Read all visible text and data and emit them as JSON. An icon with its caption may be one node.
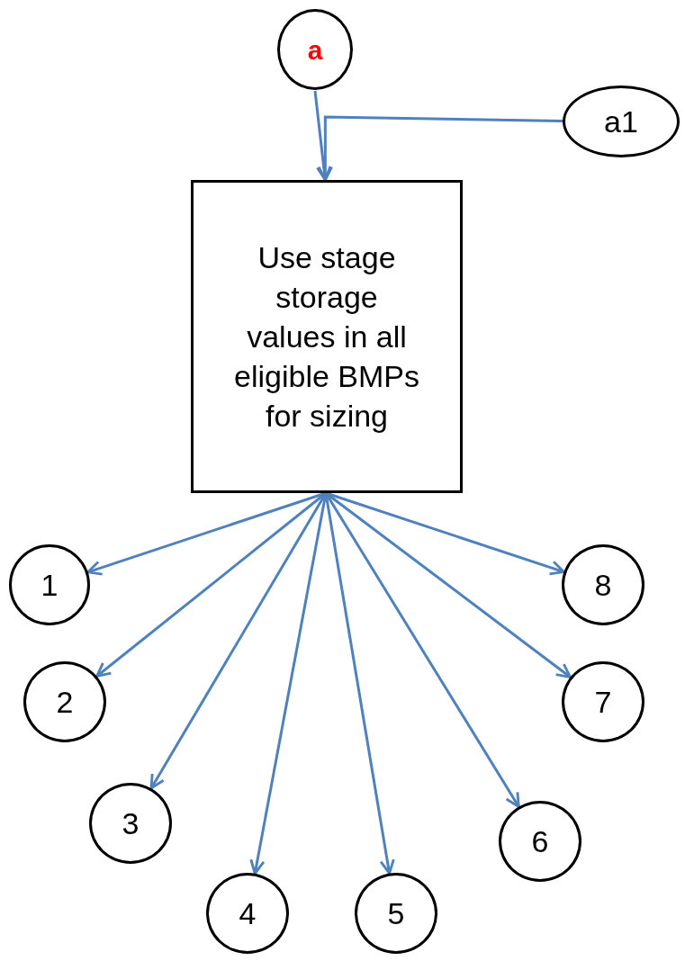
{
  "diagram": {
    "nodes": [
      {
        "text": [
          "a"
        ]
      },
      {
        "text": [
          "a1"
        ]
      },
      {
        "text": [
          "Use stage storage values in all eligible BMPs for sizing"
        ]
      },
      {
        "text": [
          "1"
        ]
      },
      {
        "text": [
          "2"
        ]
      },
      {
        "text": [
          "3"
        ]
      },
      {
        "text": [
          "4"
        ]
      },
      {
        "text": [
          "5"
        ]
      },
      {
        "text": [
          "6"
        ]
      },
      {
        "text": [
          "7"
        ]
      },
      {
        "text": [
          "8"
        ]
      }
    ],
    "edges": [
      {
        "from": 0,
        "to": 2,
        "arrow": "to"
      },
      {
        "from": 1,
        "to": 2,
        "arrow": "to"
      },
      {
        "from": 2,
        "to": 3,
        "arrow": "to"
      },
      {
        "from": 2,
        "to": 4,
        "arrow": "to"
      },
      {
        "from": 2,
        "to": 5,
        "arrow": "to"
      },
      {
        "from": 2,
        "to": 6,
        "arrow": "to"
      },
      {
        "from": 2,
        "to": 7,
        "arrow": "to"
      },
      {
        "from": 2,
        "to": 8,
        "arrow": "to"
      },
      {
        "from": 2,
        "to": 9,
        "arrow": "to"
      },
      {
        "from": 2,
        "to": 10,
        "arrow": "to"
      }
    ]
  }
}
